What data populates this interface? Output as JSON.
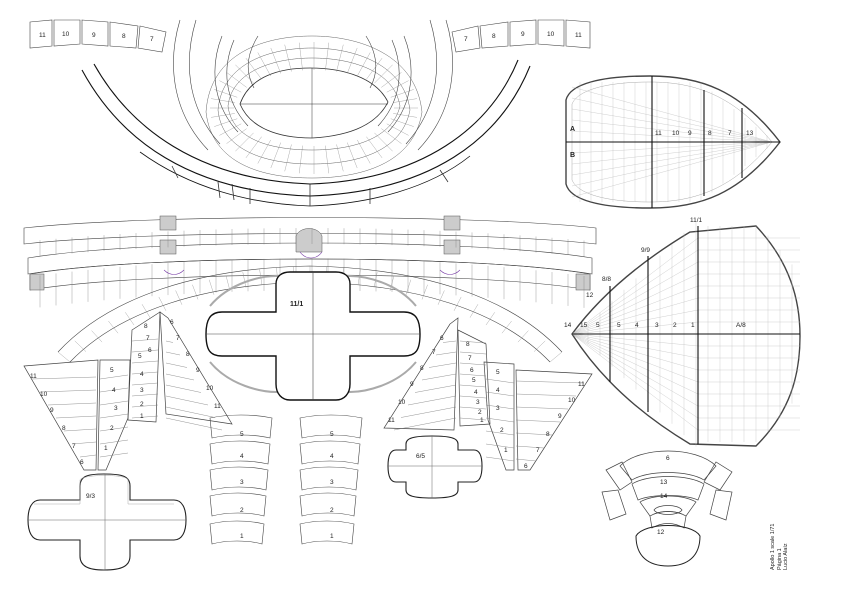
{
  "top_strips": {
    "left": [
      "11",
      "10",
      "9",
      "8",
      "7"
    ],
    "right": [
      "7",
      "8",
      "9",
      "10",
      "11"
    ]
  },
  "top_view": {
    "labels": [
      "A",
      "B",
      "11",
      "10",
      "9",
      "8",
      "7",
      "13"
    ]
  },
  "side_view": {
    "labels": [
      "11/1",
      "9/9",
      "8/8",
      "12",
      "14",
      "15",
      "5",
      "5",
      "4",
      "3",
      "2",
      "1",
      "A/8"
    ]
  },
  "cross_panel": {
    "label": "11/1"
  },
  "left_fan_a": [
    "11",
    "10",
    "9",
    "8",
    "7",
    "6"
  ],
  "left_fan_b": [
    "5",
    "4",
    "3",
    "2",
    "1"
  ],
  "left_fan_c": [
    "8",
    "7",
    "6",
    "5",
    "4",
    "3",
    "2",
    "1"
  ],
  "left_fan_d": [
    "6",
    "7",
    "8",
    "9",
    "10",
    "11"
  ],
  "right_fan_a": [
    "6",
    "7",
    "8",
    "9",
    "10",
    "11"
  ],
  "right_fan_b": [
    "8",
    "7",
    "6",
    "5",
    "4",
    "3",
    "2",
    "1"
  ],
  "right_fan_c": [
    "5",
    "4",
    "3",
    "2",
    "1"
  ],
  "right_fan_d": [
    "11",
    "10",
    "9",
    "8",
    "7",
    "6"
  ],
  "stack_left": [
    "5",
    "4",
    "3",
    "2",
    "1"
  ],
  "stack_right": [
    "5",
    "4",
    "3",
    "2",
    "1"
  ],
  "cross_small_left": {
    "label": "9/3"
  },
  "cross_small_right": {
    "label": "6/5"
  },
  "cap_parts": [
    "6",
    "13",
    "14",
    "12"
  ],
  "credits": [
    "Apollo 1 scale 1/71",
    "Página 1",
    "Lucio Alaíz"
  ]
}
